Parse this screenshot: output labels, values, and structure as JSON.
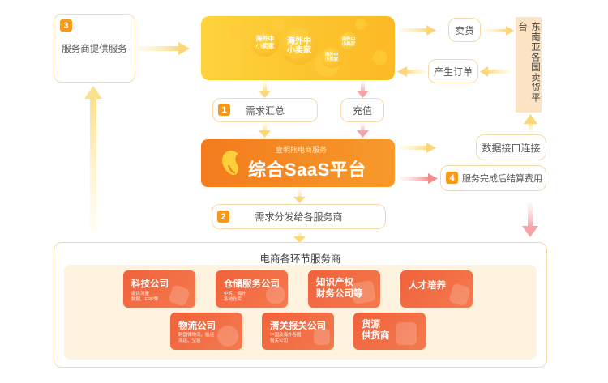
{
  "step3_label": "服务商提供服务",
  "step3_num": "3",
  "bubbles": {
    "big": "海外中小卖家",
    "small_left": "海外中小卖家",
    "small_right_top": "海外中小卖家",
    "small_right_bottom": "海外中小卖家"
  },
  "sell_label": "卖货",
  "order_label": "产生订单",
  "sea_platform": "东南亚各国卖货平台",
  "step1_num": "1",
  "step1_label": "需求汇总",
  "recharge_label": "充值",
  "saas": {
    "subtitle": "壹明熊电商服务",
    "title": "综合SaaS平台"
  },
  "data_link_label": "数据接口连接",
  "step4_num": "4",
  "step4_label": "服务完成后结算费用",
  "step2_num": "2",
  "step2_label": "需求分发给各服务商",
  "providers_title": "电商各环节服务商",
  "cards": {
    "tech": {
      "title": "科技公司",
      "desc": "提供流量\n数据、ERP等"
    },
    "warehouse": {
      "title": "仓储服务公司",
      "desc": "中转、海外\n各地仓库"
    },
    "ip": {
      "title": "知识产权\n财务公司等"
    },
    "talent": {
      "title": "人才培养"
    },
    "logistics": {
      "title": "物流公司",
      "desc": "跨国律物流，航运\n海运、空运"
    },
    "customs": {
      "title": "清关报关公司",
      "desc": "中国及海外各国\n报关公司"
    },
    "supply": {
      "title": "货源\n供货商"
    }
  },
  "colors": {
    "accent": "#f59a1b",
    "card": "#f1623b",
    "yellow": "#fdc72f"
  }
}
